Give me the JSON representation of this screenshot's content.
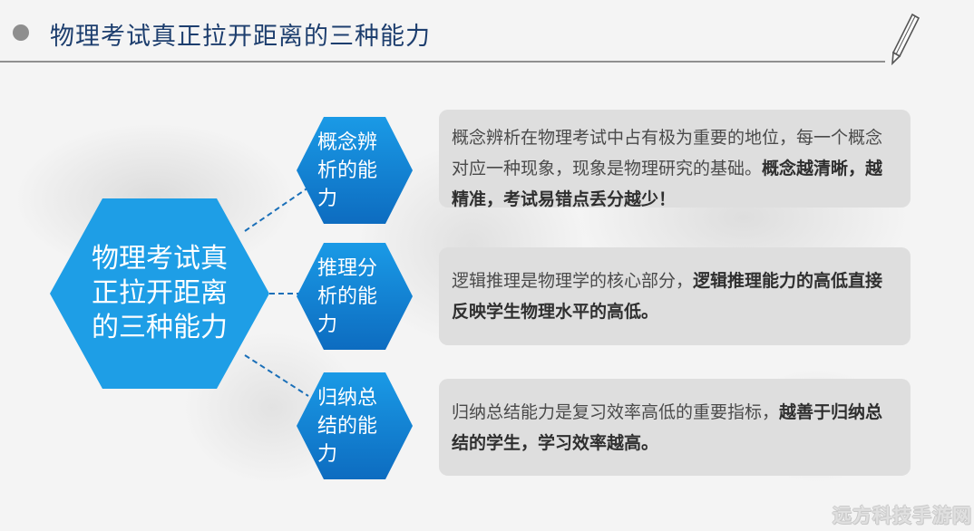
{
  "slide": {
    "title": "物理考试真正拉开距离的三种能力"
  },
  "center_hexagon": {
    "lines": [
      "物理考试真",
      "正拉开距离",
      "的三种能力"
    ]
  },
  "abilities": [
    {
      "label_lines": [
        "概念辨",
        "析的能",
        "力"
      ],
      "desc_normal": "概念辨析在物理考试中占有极为重要的地位，每一个概念对应一种现象，现象是物理研究的基础。",
      "desc_bold": "概念越清晰，越精准，考试易错点丢分越少！"
    },
    {
      "label_lines": [
        "推理分",
        "析的能",
        "力"
      ],
      "desc_normal": "逻辑推理是物理学的核心部分，",
      "desc_bold": "逻辑推理能力的高低直接反映学生物理水平的高低。"
    },
    {
      "label_lines": [
        "归纳总",
        "结的能",
        "力"
      ],
      "desc_normal": "归纳总结能力是复习效率高低的重要指标，",
      "desc_bold": "越善于归纳总结的学生，学习效率越高。"
    }
  ],
  "watermark": "远方科技手游网",
  "colors": {
    "accent_blue": "#1a8fdc",
    "main_hex_blue": "#1e9ee6",
    "title_color": "#1d3e6e",
    "box_gray": "#dedede"
  },
  "icons": [
    "pencil-icon",
    "bullet-dot-icon"
  ]
}
